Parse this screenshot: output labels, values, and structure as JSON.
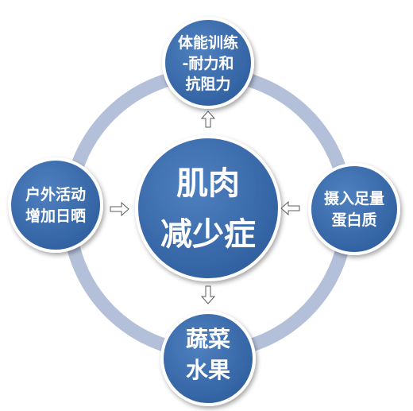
{
  "colors": {
    "ring": "#b4bfd9",
    "node_fill": "#3f6fae",
    "node_fill_dark": "#2c5a97",
    "node_stroke": "#ffffff",
    "text": "#ffffff",
    "arrow_stroke": "#5b5b5b"
  },
  "center": {
    "line1": "肌肉",
    "line2": "减少症"
  },
  "nodes": {
    "top": {
      "line1": "体能训练",
      "line2": "-耐力和",
      "line3": "抗阻力"
    },
    "right": {
      "line1": "摄入足量",
      "line2": "蛋白质"
    },
    "bottom": {
      "line1": "蔬菜",
      "line2": "水果"
    },
    "left": {
      "line1": "户外活动",
      "line2": "增加日晒"
    }
  }
}
